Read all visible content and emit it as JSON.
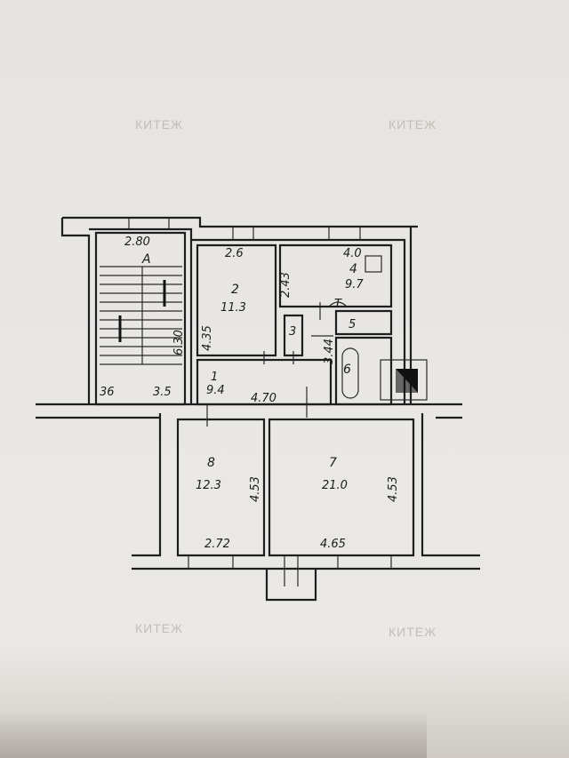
{
  "watermark": "КИТЕЖ",
  "stair": {
    "letter": "А",
    "width": "2.80",
    "length": "6.30",
    "left_dim": "36",
    "right_dim": "3.5"
  },
  "rooms": [
    {
      "number": "1",
      "area": "9.4",
      "dim": "4.70"
    },
    {
      "number": "2",
      "area": "11.3",
      "top_dim": "2.6",
      "side_dim": "4.35"
    },
    {
      "number": "3"
    },
    {
      "number": "4",
      "area": "9.7",
      "top_dim": "4.0",
      "side_dim": "2.43"
    },
    {
      "number": "5"
    },
    {
      "number": "6",
      "side_dim": "3.44"
    },
    {
      "number": "7",
      "area": "21.0",
      "bottom_dim": "4.65",
      "side_dim": "4.53"
    },
    {
      "number": "8",
      "area": "12.3",
      "bottom_dim": "2.72",
      "side_dim": "4.53"
    }
  ],
  "toilet_label": "Т"
}
